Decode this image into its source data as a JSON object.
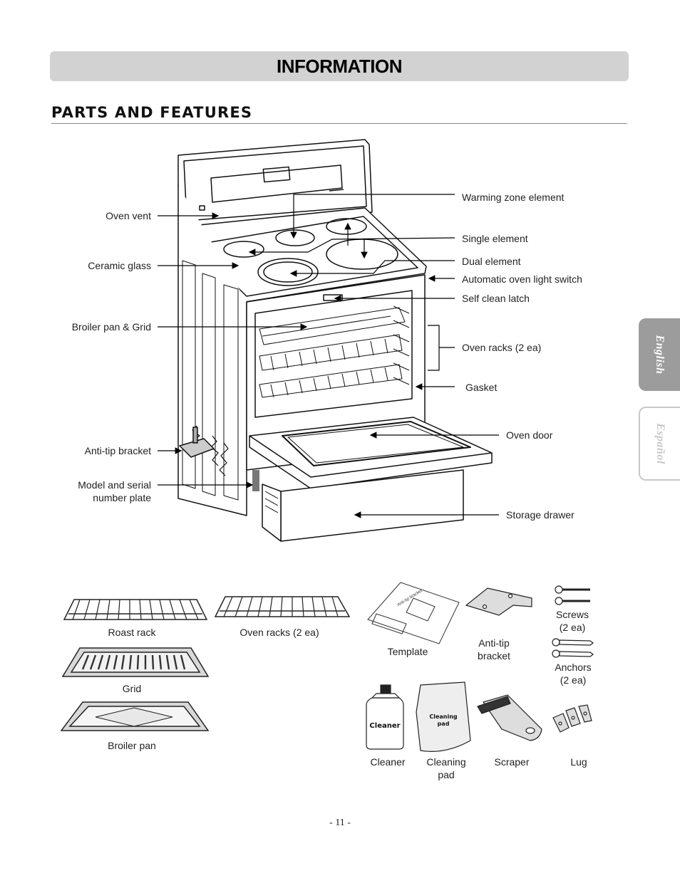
{
  "header": {
    "banner": "INFORMATION",
    "section_title": "PARTS AND FEATURES"
  },
  "tabs": {
    "english": "English",
    "espanol": "Español"
  },
  "callouts_left": {
    "oven_vent": "Oven vent",
    "ceramic_glass": "Ceramic glass",
    "broiler_pan_grid": "Broiler pan & Grid",
    "anti_tip_bracket": "Anti-tip bracket",
    "model_serial_1": "Model and serial",
    "model_serial_2": "number plate"
  },
  "callouts_right": {
    "warming_zone": "Warming zone element",
    "single_element": "Single element",
    "dual_element": "Dual element",
    "oven_light_switch": "Automatic oven light switch",
    "self_clean_latch": "Self clean latch",
    "oven_racks": "Oven racks (2 ea)",
    "gasket": "Gasket",
    "oven_door": "Oven door",
    "storage_drawer": "Storage drawer"
  },
  "accessories": {
    "roast_rack": "Roast rack",
    "oven_racks": "Oven racks (2 ea)",
    "grid": "Grid",
    "broiler_pan": "Broiler pan",
    "template": "Template",
    "template_print": "Anti-tip bracket",
    "anti_tip_1": "Anti-tip",
    "anti_tip_2": "bracket",
    "screws_1": "Screws",
    "screws_2": "(2 ea)",
    "anchors_1": "Anchors",
    "anchors_2": "(2 ea)",
    "cleaner": "Cleaner",
    "cleaner_print": "Cleaner",
    "cleaning_pad_1": "Cleaning",
    "cleaning_pad_2": "pad",
    "cleaning_pad_print_1": "Cleaning",
    "cleaning_pad_print_2": "pad",
    "scraper": "Scraper",
    "lug": "Lug"
  },
  "footer": {
    "page_number": "- 11 -"
  }
}
